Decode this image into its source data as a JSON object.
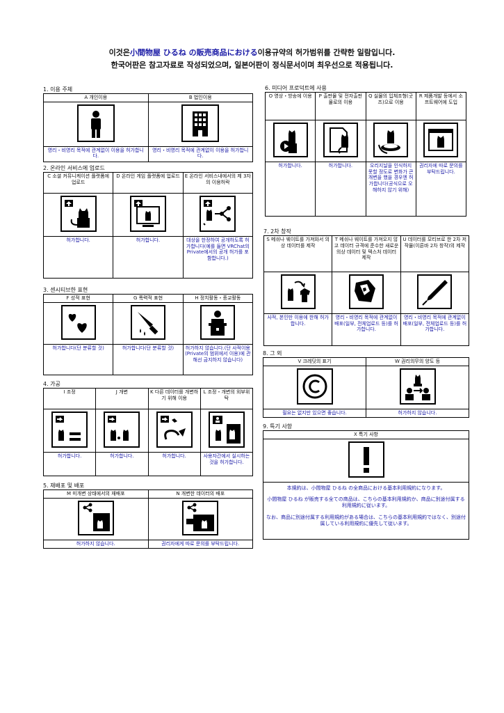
{
  "header": {
    "line1_pre": "이것은",
    "line1_brand": "小間物屋 ひるね の販売商品における",
    "line1_post": "이용규약의 허가범위를 간략한 일람입니다.",
    "line2": "한국어판은 참고자료로 작성되었으며, 일본어판이 정식문서이며 최우선으로 적용됩니다."
  },
  "sections": {
    "s1": {
      "title": "1. 이용 주체",
      "items": [
        {
          "label": "A 개인이용",
          "note": "영리・비영리 목적에 관계없이 이용을 허가합니다.",
          "icon": "person-icon"
        },
        {
          "label": "B 법인이용",
          "note": "영리・비영리 목적에 관계없이 이용을 허가합니다.",
          "icon": "building-icon"
        }
      ]
    },
    "s2": {
      "title": "2. 온라인 서비스에 업로드",
      "items": [
        {
          "label": "C 소셜 커뮤니케이션 플랫폼에 업로드",
          "note": "허가합니다.",
          "icon": "upload-cat-icon"
        },
        {
          "label": "D 온라인 게임 플랫폼에 업로드",
          "note": "허가합니다.",
          "icon": "monitor-cat-icon"
        },
        {
          "label": "E 온라인 서비스내에서의 제 3자의 이용허락",
          "note": "대상을 한정하여 공개하도록 허가합니다(예를 들면 VRChat의 Private에서의 공개 허가를 포함합니다.)",
          "icon": "share-cat-icon"
        }
      ]
    },
    "s3": {
      "title": "3. 센시티브한 표현",
      "items": [
        {
          "label": "F 성적 표현",
          "note": "허가합니다(단 분류할 것)",
          "icon": "hearts-icon"
        },
        {
          "label": "G 폭력적 표현",
          "note": "허가합니다(단 분류할 것)",
          "icon": "knife-icon"
        },
        {
          "label": "H 정치활동・종교활동",
          "note": "허가하지 않습니다.(단 사적이용(Private의 범위에서 이용)에 관해선 금지하지 않습니다)",
          "icon": "podium-icon"
        }
      ]
    },
    "s4": {
      "title": "4. 가공",
      "items": [
        {
          "label": "I 조정",
          "note": "허가합니다.",
          "icon": "adjust-icon"
        },
        {
          "label": "J 개변",
          "note": "허가합니다.",
          "icon": "modify-icon"
        },
        {
          "label": "K 다른 데이터를 개변하기 위해 이용",
          "note": "허가합니다.",
          "icon": "transform-icon"
        },
        {
          "label": "L 조정・개변의 외부위탁",
          "note": "사용자간에서 실시하는 것을 허가합니다.",
          "icon": "outsource-icon"
        }
      ]
    },
    "s5": {
      "title": "5. 재배포 및 배포",
      "items": [
        {
          "label": "M 미개변 상태에서의 재배포",
          "note": "허가하지 않습니다.",
          "icon": "redistribute-icon"
        },
        {
          "label": "N 개변한 데이터의 배포",
          "note": "권리자에게 따로 문의를 부탁드립니다.",
          "icon": "distribute-modified-icon"
        }
      ]
    },
    "s6": {
      "title": "6. 미디어 프로덕트에 사용",
      "items": [
        {
          "label": "O 영상・방송에 이용",
          "note": "허가합니다.",
          "icon": "video-icon"
        },
        {
          "label": "P 출판물 및 전자출판물로의 이용",
          "note": "허가합니다.",
          "icon": "document-icon"
        },
        {
          "label": "Q 실물의 입체조형(굿즈)으로 이용",
          "note": "오리지날을 인식하지 못할 정도로 변화가 큰 개변을 했을 경우엔 허가합니다(공식으로 오해하지 않기 위해)",
          "icon": "figure-icon"
        },
        {
          "label": "R 제품개발 등에서 소프트웨어에 도입",
          "note": "권리자에 따로 문의를 부탁드립니다.",
          "icon": "software-icon"
        }
      ]
    },
    "s7": {
      "title": "7. 2차 창작",
      "items": [
        {
          "label": "S 메쉬나 웨이트를 가져와서 의상 데이터를 제작",
          "note": "사적, 본인만 이용에 한해 허가합니다.",
          "icon": "clothes-icon"
        },
        {
          "label": "T 메쉬나 웨이트를 가져오지 않고 데이터 규격에 준수한 새로운 의상 데이터 및 텍스처 데이터 제작",
          "note": "영리・비영리 목적에 관계없이 배포(일부, 전체업로드 등)를 허가합니다.",
          "icon": "fabric-icon"
        },
        {
          "label": "U 데이터를 모티브로 한 2차 저작물(이른바 2차 창작)의 제작",
          "note": "영리・비영리 목적에 관계없이 배포(일부, 전체업로드 등)를 허가합니다.",
          "icon": "pen-icon"
        }
      ]
    },
    "s8": {
      "title": "8. 그 외",
      "items": [
        {
          "label": "V 크레딧의 표기",
          "note": "필요는 없지만 있으면 좋습니다.",
          "icon": "copyright-icon"
        },
        {
          "label": "W 권리의무의 양도 등",
          "note": "허가하지 않습니다.",
          "icon": "transfer-icon"
        }
      ]
    },
    "s9": {
      "title": "9. 특기 사항",
      "label": "X 특기 사항",
      "icon": "exclamation-icon",
      "notes": [
        "本規約は、小間物屋 ひるね の全商品における基本利用規約になります。",
        "小間物屋 ひるね が販売する全ての商品は、こちらの基本利用規約か、商品に別途付属する利用規約に従います。",
        "なお、商品に別途付属する利用規約がある場合は、こちらの基本利用規約ではなく、別途付属している利用規約に優先して従います。"
      ]
    }
  }
}
